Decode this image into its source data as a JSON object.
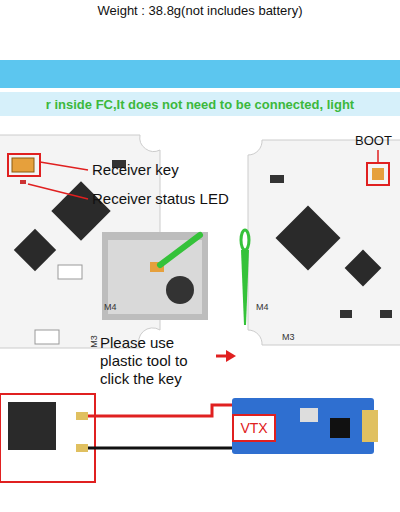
{
  "diagram": {
    "title": "Weight : 38.8g(not includes battery)",
    "nodes": [
      {
        "text": [
          "r inside FC,It does not need to be connected, light"
        ]
      },
      {
        "text": [
          "VTX"
        ]
      }
    ],
    "labels": [
      "Receiver key",
      "Receiver status LED",
      "BOOT",
      "Please use plastic tool to click the key",
      "M4",
      "M3",
      "M4",
      "M3",
      "+",
      "-"
    ]
  }
}
